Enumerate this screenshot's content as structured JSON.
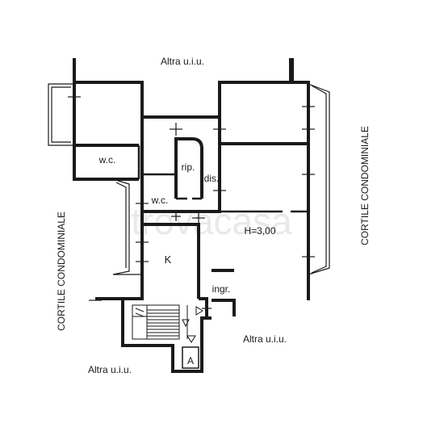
{
  "watermark": "trovacasa",
  "labels": {
    "altra_top": "Altra u.i.u.",
    "altra_right": "Altra u.i.u.",
    "altra_bottom": "Altra u.i.u.",
    "cortile_left": "CORTILE CONDOMINIALE",
    "cortile_right": "CORTILE CONDOMINIALE",
    "wc_1": "w.c.",
    "wc_2": "w.c.",
    "rip": "rip.",
    "dis": "dis.",
    "height": "H=3,00",
    "kitchen": "K",
    "ingr": "ingr.",
    "a": "A"
  }
}
